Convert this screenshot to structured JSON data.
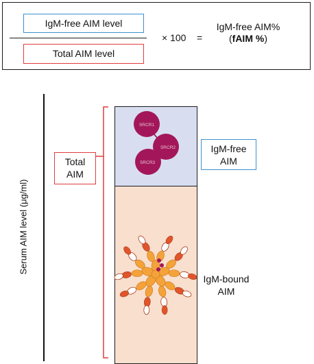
{
  "formula": {
    "numerator": "IgM-free AIM level",
    "denominator": "Total AIM level",
    "multiplier": "× 100",
    "equals": "=",
    "result_line1": "IgM-free AIM%",
    "result_open": "(",
    "result_bold": "fAIM %",
    "result_close": ")"
  },
  "diagram": {
    "y_axis_label": "Serum AIM level (μg/ml)",
    "total_label_line1": "Total",
    "total_label_line2": "AIM",
    "free_label_line1": "IgM-free",
    "free_label_line2": "AIM",
    "bound_label_line1": "IgM-bound",
    "bound_label_line2": "AIM",
    "domains": [
      "SRCR1",
      "SRCR2",
      "SRCR3"
    ]
  },
  "colors": {
    "free_fill": "#d8def0",
    "bound_fill": "#f8dfce",
    "free_border": "#3c8fcf",
    "total_border": "#e23b3b",
    "aim_domain": "#a3175a",
    "igm_orange": "#f4a23a",
    "igm_red": "#e0552a"
  }
}
